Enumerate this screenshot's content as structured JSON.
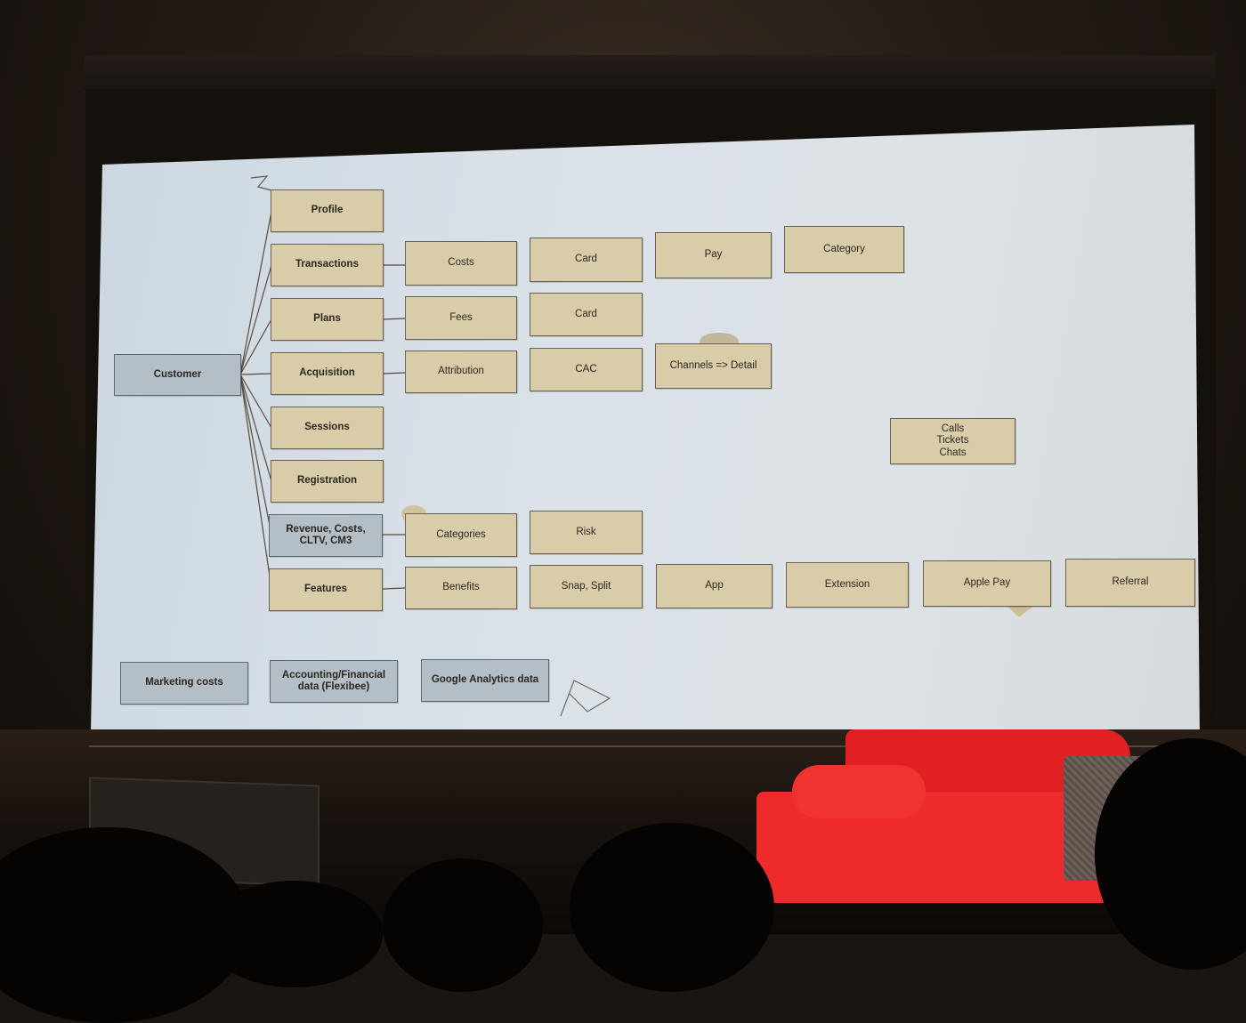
{
  "diagram": {
    "root": "Customer",
    "branches": [
      "Profile",
      "Transactions",
      "Plans",
      "Acquisition",
      "Sessions",
      "Registration",
      "Revenue, Costs,\nCLTV, CM3",
      "Features"
    ],
    "transactions_children": [
      "Costs",
      "Card",
      "Pay",
      "Category"
    ],
    "plans_children": [
      "Fees",
      "Card"
    ],
    "acquisition_children": [
      "Attribution",
      "CAC",
      "Channels => Detail"
    ],
    "support": "Calls\nTickets\nChats",
    "revenue_children": [
      "Categories",
      "Risk"
    ],
    "features_children": [
      "Benefits",
      "Snap, Split",
      "App",
      "Extension",
      "Apple Pay",
      "Referral"
    ],
    "sources": [
      "Marketing costs",
      "Accounting/Financial\ndata (Flexibee)",
      "Google Analytics data"
    ]
  },
  "colors": {
    "box_tan": "#d8cda8",
    "box_gray": "#b3bec6",
    "sofa_red": "#e21f23"
  }
}
